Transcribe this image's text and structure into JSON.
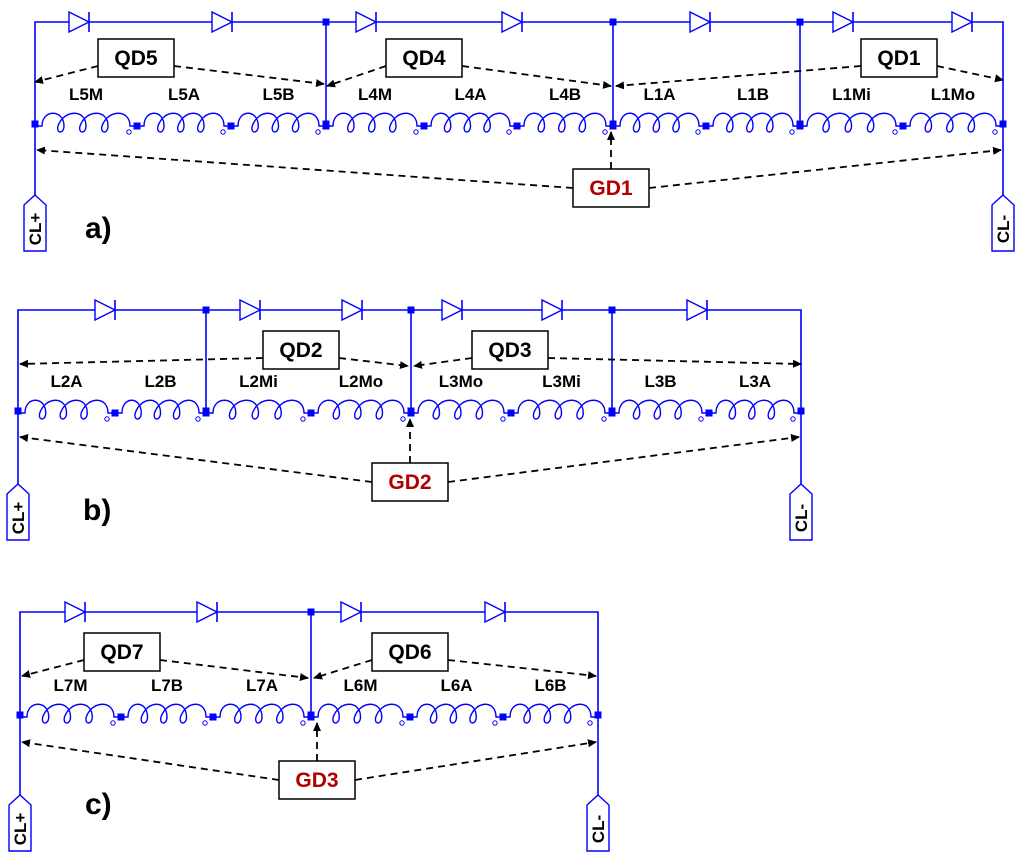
{
  "accent_wire": "#0000ff",
  "gd_color": "#b00000",
  "panels": [
    {
      "label": "a)",
      "inductors": [
        "L5M",
        "L5A",
        "L5B",
        "L4M",
        "L4A",
        "L4B",
        "L1A",
        "L1B",
        "L1Mi",
        "L1Mo"
      ],
      "qd": [
        "QD5",
        "QD4",
        "QD1"
      ],
      "gd": "GD1",
      "term_pos": "CL+",
      "term_neg": "CL-"
    },
    {
      "label": "b)",
      "inductors": [
        "L2A",
        "L2B",
        "L2Mi",
        "L2Mo",
        "L3Mo",
        "L3Mi",
        "L3B",
        "L3A"
      ],
      "qd": [
        "QD2",
        "QD3"
      ],
      "gd": "GD2",
      "term_pos": "CL+",
      "term_neg": "CL-"
    },
    {
      "label": "c)",
      "inductors": [
        "L7M",
        "L7B",
        "L7A",
        "L6M",
        "L6A",
        "L6B"
      ],
      "qd": [
        "QD7",
        "QD6"
      ],
      "gd": "GD3",
      "term_pos": "CL+",
      "term_neg": "CL-"
    }
  ]
}
